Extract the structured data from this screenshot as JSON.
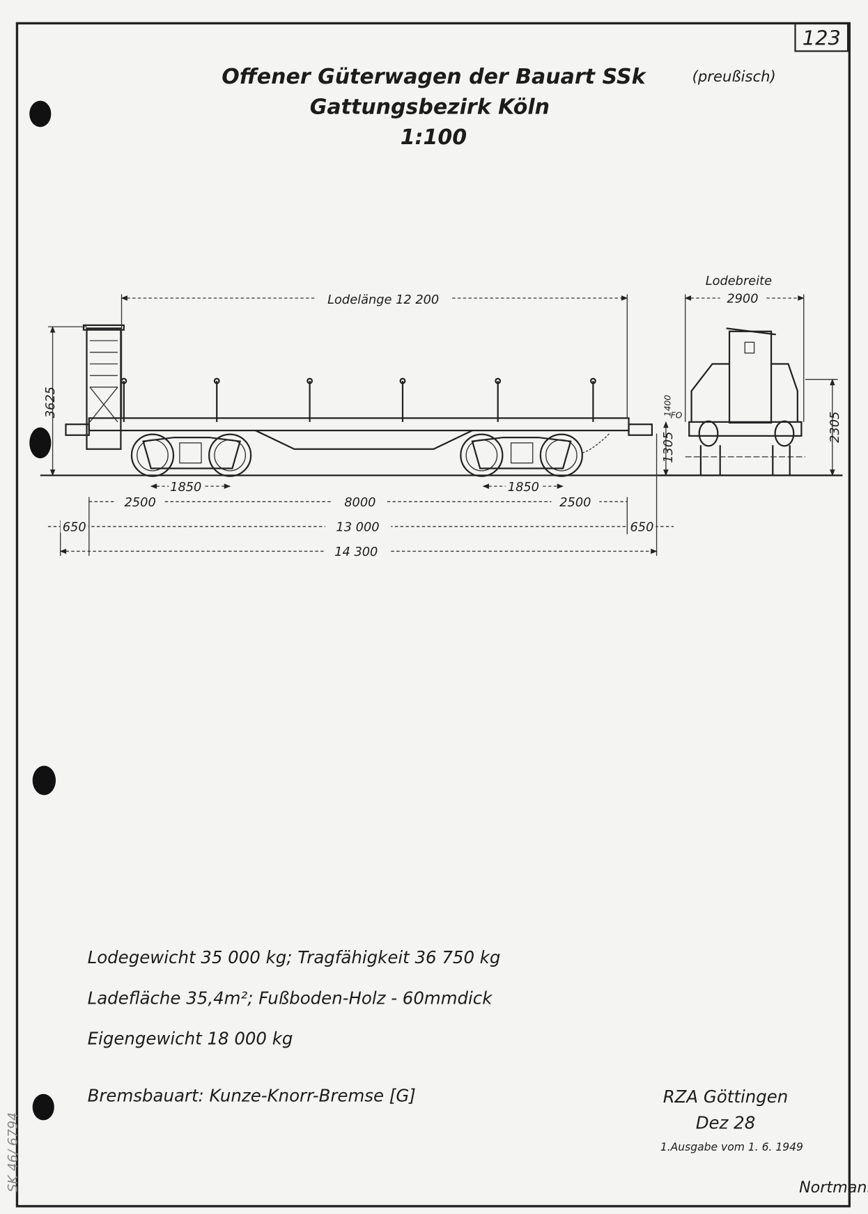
{
  "sheet": {
    "page_number": "123",
    "side_stamp": "SK 46/ 6794",
    "colors": {
      "paper": "#f4f4f2",
      "ink": "#1c1c1c"
    }
  },
  "title": {
    "line1": "Offener Güterwagen der Bauart SSk",
    "line1_note": "(preußisch)",
    "line2": "Gattungsbezirk Köln",
    "scale": "1:100"
  },
  "drawing": {
    "side_view": {
      "load_length": "Lodelänge 12 200",
      "height_total": "3625",
      "bogie_wheelbase_left": "1850",
      "bogie_wheelbase_right": "1850",
      "end_to_bogie_left": "2500",
      "bogie_centers": "8000",
      "end_to_bogie_right": "2500",
      "buffer_left": "650",
      "frame_length": "13 000",
      "buffer_right": "650",
      "length_over_buffers": "14 300"
    },
    "end_view": {
      "load_width_label": "Lodebreite",
      "load_width": "2900",
      "height_2305": "2305",
      "height_1305": "1305",
      "height_1400": "1400",
      "fo_label": "FO"
    }
  },
  "specs": [
    "Lodegewicht  35 000 kg; Tragfähigkeit  36 750 kg",
    "Ladefläche  35,4m²; Fußboden-Holz - 60mmdick",
    "Eigengewicht  18 000 kg",
    "Bremsbauart:  Kunze-Knorr-Bremse [G]"
  ],
  "footer": {
    "office": "RZA Göttingen",
    "ref": "Dez 28",
    "edition": "1.Ausgabe vom  1. 6. 1949",
    "signature": "Nortmann"
  }
}
